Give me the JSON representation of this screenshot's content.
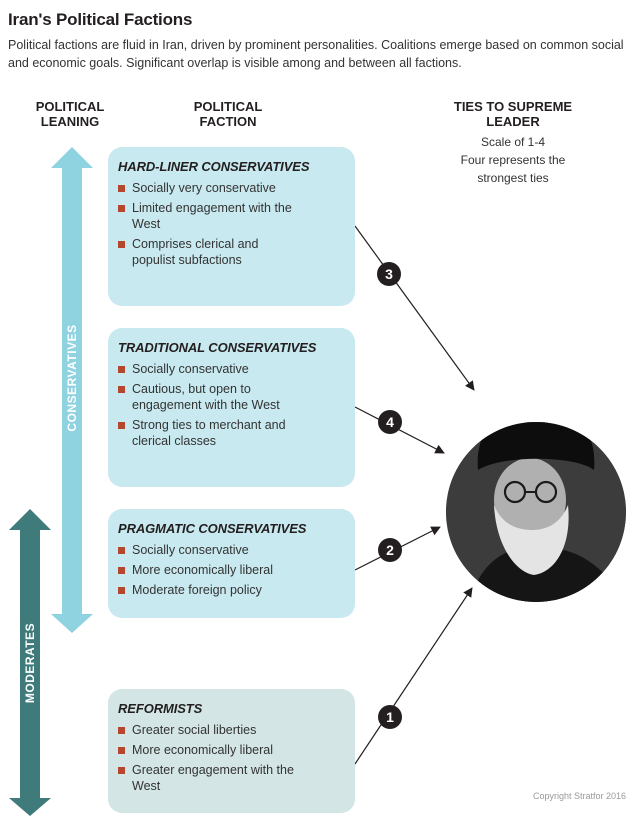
{
  "title": "Iran's Political Factions",
  "subtitle": "Political factions are fluid in Iran, driven by prominent personalities. Coalitions emerge based on common social and economic goals. Significant overlap is visible among and between all factions.",
  "headers": {
    "leaning_line1": "POLITICAL",
    "leaning_line2": "LEANING",
    "faction_line1": "POLITICAL",
    "faction_line2": "FACTION",
    "ties_line1": "TIES TO SUPREME",
    "ties_line2": "LEADER"
  },
  "scale": {
    "line1": "Scale of 1-4",
    "line2": "Four represents the",
    "line3": "strongest ties"
  },
  "leanings": {
    "conservatives": "CONSERVATIVES",
    "moderates": "MODERATES"
  },
  "factions": [
    {
      "name": "HARD-LINER CONSERVATIVES",
      "tie": "3",
      "points": [
        "Socially very conservative",
        "Limited engagement with the West",
        "Comprises clerical and populist subfactions"
      ]
    },
    {
      "name": "TRADITIONAL CONSERVATIVES",
      "tie": "4",
      "points": [
        "Socially conservative",
        "Cautious, but open to engagement with the West",
        "Strong ties to merchant and clerical classes"
      ]
    },
    {
      "name": "PRAGMATIC CONSERVATIVES",
      "tie": "2",
      "points": [
        "Socially conservative",
        "More economically liberal",
        "Moderate foreign policy"
      ]
    },
    {
      "name": "REFORMISTS",
      "tie": "1",
      "points": [
        "Greater social liberties",
        "More economically liberal",
        "Greater engagement with the West"
      ]
    }
  ],
  "colors": {
    "conservative_arrow": "#8fd3e0",
    "moderate_arrow": "#3f7b7a",
    "conservative_box": "#c8e9ef",
    "moderate_box": "#d3e5e4",
    "bullet": "#b5472f"
  },
  "copyright": "Copyright Stratfor 2016"
}
